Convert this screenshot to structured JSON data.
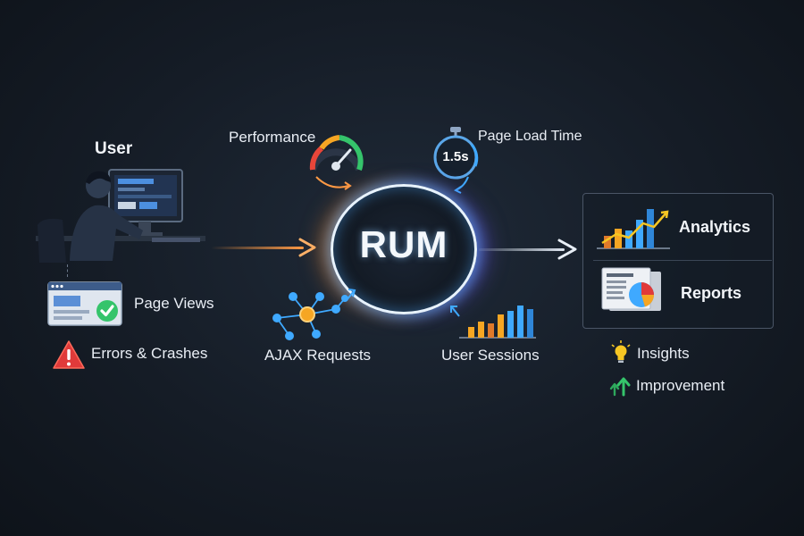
{
  "center": {
    "label": "RUM"
  },
  "user": {
    "label": "User"
  },
  "left_items": [
    {
      "label": "Page Views",
      "icon": "browser-check-icon"
    },
    {
      "label": "Errors & Crashes",
      "icon": "warning-icon"
    }
  ],
  "metrics": {
    "performance": "Performance",
    "page_load_time": "Page Load Time",
    "timer_value": "1.5s",
    "ajax_requests": "AJAX Requests",
    "user_sessions": "User Sessions"
  },
  "outputs": [
    {
      "label": "Analytics",
      "icon": "bar-line-chart-icon"
    },
    {
      "label": "Reports",
      "icon": "report-pie-icon"
    }
  ],
  "results": [
    {
      "label": "Insights",
      "icon": "lightbulb-icon"
    },
    {
      "label": "Improvement",
      "icon": "up-arrow-icon"
    }
  ],
  "colors": {
    "accent_orange": "#ff8a2a",
    "accent_blue": "#3fa9ff",
    "accent_green": "#35c46b",
    "warning_red": "#e03a3a"
  }
}
